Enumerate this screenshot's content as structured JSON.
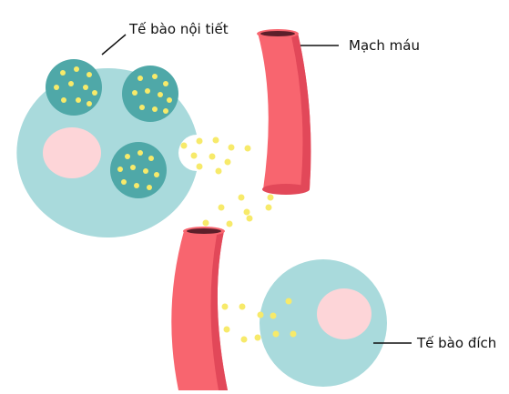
{
  "labels": {
    "endocrine_cell": "Tế bào nội tiết",
    "blood_vessel": "Mạch máu",
    "target_cell": "Tế bào đích"
  },
  "colors": {
    "cell_fill": "#a9dadc",
    "granule_fill": "#4fa8a8",
    "granule_dot": "#f7ea6a",
    "nucleus": "#fdd5d8",
    "vessel": "#f8656f",
    "vessel_dark": "#e24859",
    "vessel_lumen": "#5c1f2a",
    "hormone": "#f7ea6a",
    "line": "#111111"
  }
}
